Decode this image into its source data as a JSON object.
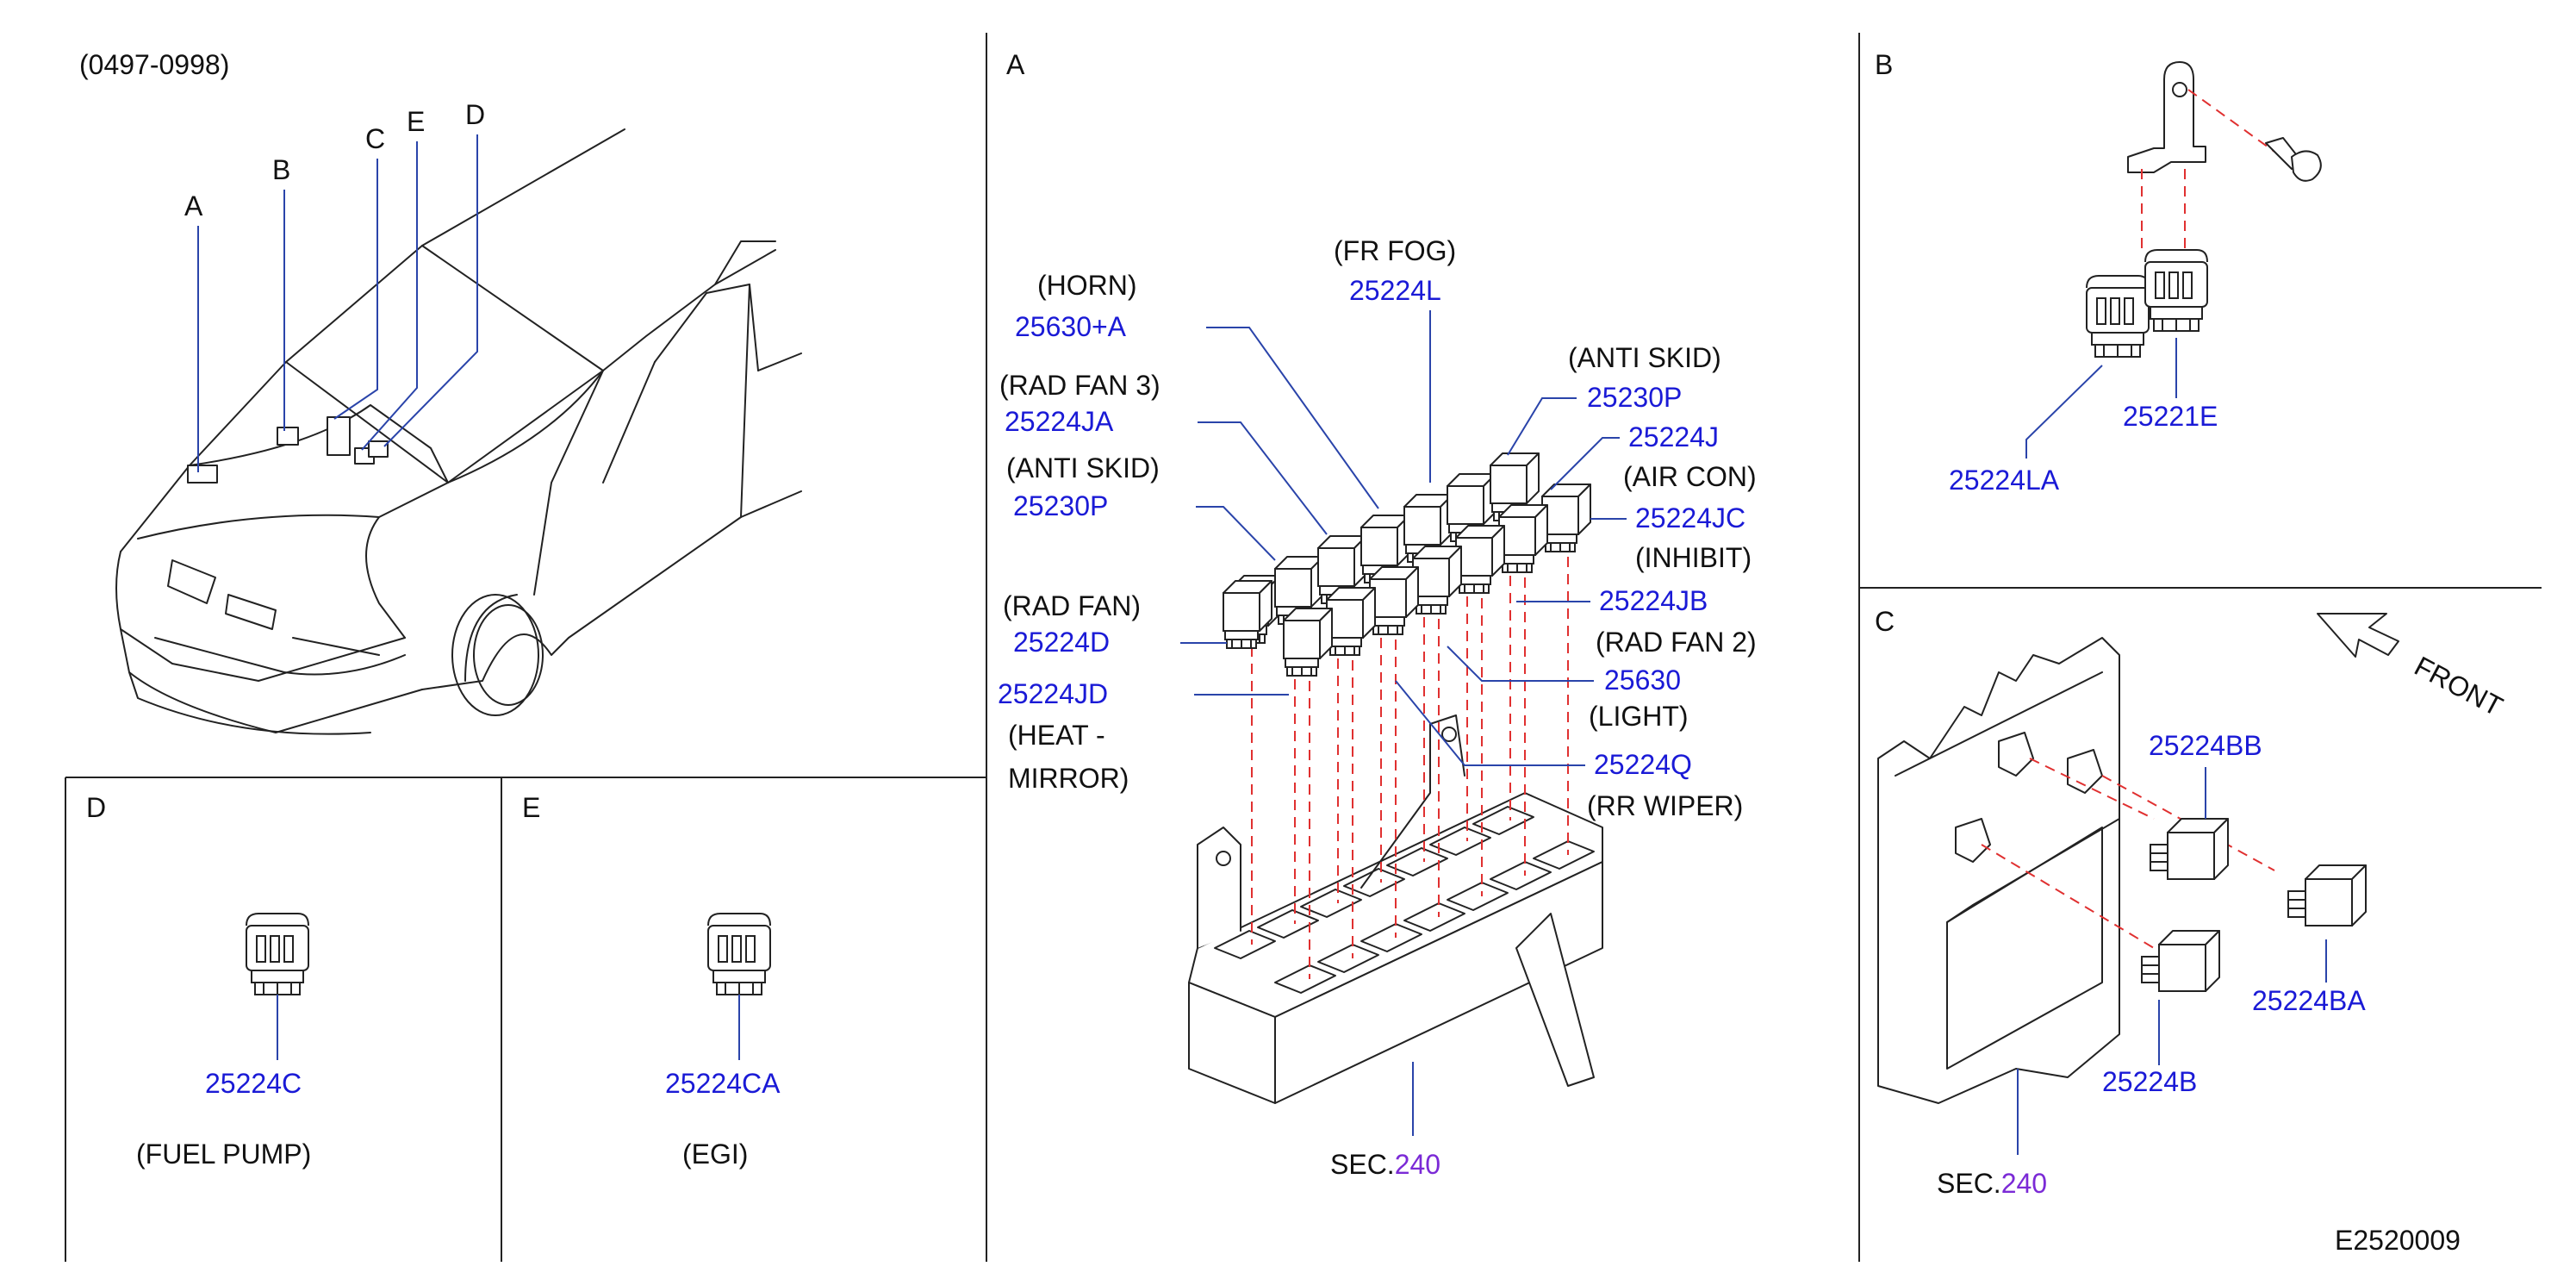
{
  "catalog_code": "E2520009",
  "header_code": "(0497-0998)",
  "front_label": "FRONT",
  "sec_prefix": "SEC.",
  "overview": {
    "callouts": [
      "A",
      "B",
      "C",
      "E",
      "D"
    ]
  },
  "panel_a": {
    "title": "A",
    "labels": {
      "horn": "(HORN)",
      "fr_fog": "(FR  FOG)",
      "anti_skid_1": "(ANTI  SKID)",
      "rad_fan_3": "(RAD  FAN  3)",
      "air_con": "(AIR  CON)",
      "anti_skid_2": "(ANTI  SKID)",
      "inhibit": "(INHIBIT)",
      "rad_fan": "(RAD  FAN)",
      "rad_fan_2": "(RAD  FAN  2)",
      "light": "(LIGHT)",
      "heat": "(HEAT  -",
      "mirror": "MIRROR)",
      "rr_wiper": "(RR  WIPER)"
    },
    "parts": {
      "p25630a": "25630+A",
      "p25224l": "25224L",
      "p25230p_1": "25230P",
      "p25224ja": "25224JA",
      "p25224j": "25224J",
      "p25230p_2": "25230P",
      "p25224jc": "25224JC",
      "p25224jb": "25224JB",
      "p25224d": "25224D",
      "p25630": "25630",
      "p25224jd": "25224JD",
      "p25224q": "25224Q"
    },
    "sec_number": "240"
  },
  "panel_b": {
    "title": "B",
    "parts": {
      "p25221e": "25221E",
      "p25224la": "25224LA"
    }
  },
  "panel_c": {
    "title": "C",
    "parts": {
      "p25224bb": "25224BB",
      "p25224ba": "25224BA",
      "p25224b": "25224B"
    },
    "sec_number": "240"
  },
  "panel_d": {
    "title": "D",
    "part": "25224C",
    "label": "(FUEL  PUMP)"
  },
  "panel_e": {
    "title": "E",
    "part": "25224CA",
    "label": "(EGI)"
  }
}
